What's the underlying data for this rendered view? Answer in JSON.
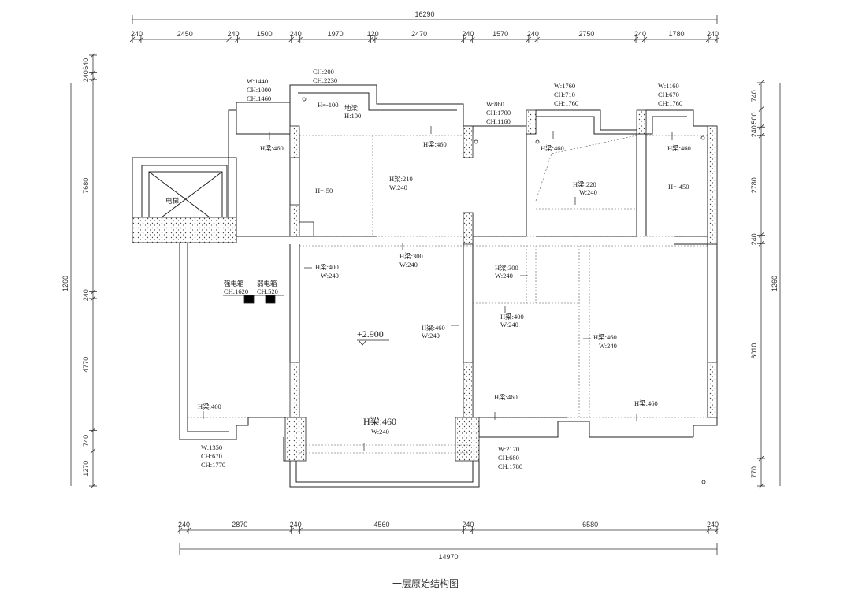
{
  "caption": "一层原始结构图",
  "dims": {
    "top_total": "16290",
    "top_segments": [
      "240",
      "2450",
      "240",
      "1500",
      "240",
      "1970",
      "120",
      "2470",
      "240",
      "1570",
      "240",
      "2750",
      "240",
      "1780",
      "240"
    ],
    "bottom_total": "14970",
    "bottom_segments": [
      "240",
      "2870",
      "240",
      "4560",
      "240",
      "6580",
      "240"
    ],
    "left_segments": [
      "640",
      "240",
      "7680",
      "240",
      "4770",
      "740",
      "1270",
      "1260"
    ],
    "right_segments": [
      "740",
      "500",
      "240",
      "2780",
      "240",
      "6010",
      "770",
      "1260"
    ]
  },
  "labels": {
    "win_a": [
      "W:1440",
      "CH:1000",
      "CH:1460"
    ],
    "win_b": [
      "CH:200",
      "CH:2230"
    ],
    "win_c": [
      "W:860",
      "CH:1700",
      "CH:1160"
    ],
    "win_d": [
      "W:1760",
      "CH:710",
      "CH:1760"
    ],
    "win_e": [
      "W:1160",
      "CH:670",
      "CH:1760"
    ],
    "win_f": [
      "W:1350",
      "CH:670",
      "CH:1770"
    ],
    "win_g": [
      "W:2170",
      "CH:680",
      "CH:1780"
    ],
    "h_minus_100": "H=-100",
    "di_liang": "地梁",
    "h_100": "H:100",
    "h_minus_50": "H=-50",
    "h_minus_450": "H=-450",
    "elevator": "电梯",
    "strong_box": "强电箱",
    "strong_box_ch": "CH:1620",
    "weak_box": "弱电箱",
    "weak_box_ch": "CH:520",
    "elev_level": "+2.900",
    "beams": {
      "b1": "H梁:460",
      "b2": "H梁:460",
      "b3": "H梁:460",
      "b4": "H梁:460",
      "b5_h": "H梁:210",
      "b5_w": "W:240",
      "b6_h": "H梁:220",
      "b6_w": "W:240",
      "b7_h": "H梁:300",
      "b7_w": "W:240",
      "b8_h": "H梁:400",
      "b8_w": "W:240",
      "b9_h": "H梁:300",
      "b9_w": "W:240",
      "b10_h": "H梁:460",
      "b10_w": "W:240",
      "b11_h": "H梁:400",
      "b11_w": "W:240",
      "b12_h": "H梁:460",
      "b12_w": "W:240",
      "b13": "H梁:460",
      "b14": "H梁:460",
      "b15": "H梁:460",
      "b16_h": "H梁:460",
      "b16_w": "W:240"
    }
  }
}
